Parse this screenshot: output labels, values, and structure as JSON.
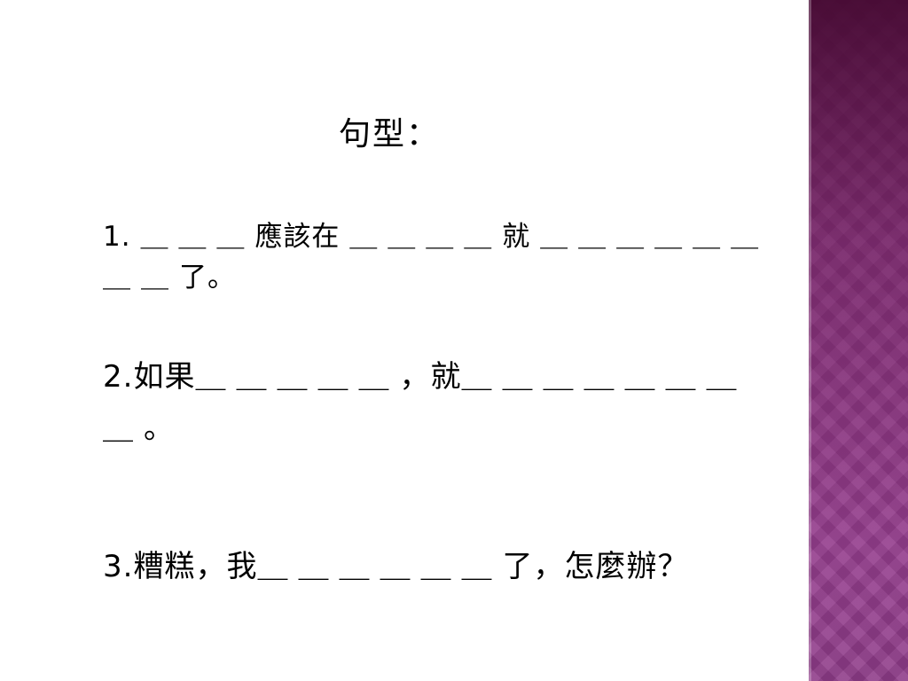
{
  "title": "句型：",
  "sentences": [
    {
      "number": "1.",
      "parts": [
        "＿＿＿",
        "應該在",
        "＿＿＿＿",
        "就",
        "＿＿＿＿＿＿＿＿",
        "了。"
      ]
    },
    {
      "number": "2.",
      "parts": [
        "如果",
        "＿＿＿＿＿",
        "，就",
        "＿＿＿＿＿＿＿",
        "＿",
        "。"
      ]
    },
    {
      "number": "3.",
      "parts": [
        "糟糕，我",
        "＿＿＿＿＿＿",
        "了，怎麼辦？"
      ]
    }
  ],
  "colors": {
    "accent_band": "#8b3a86",
    "text": "#000000",
    "background": "#ffffff"
  }
}
